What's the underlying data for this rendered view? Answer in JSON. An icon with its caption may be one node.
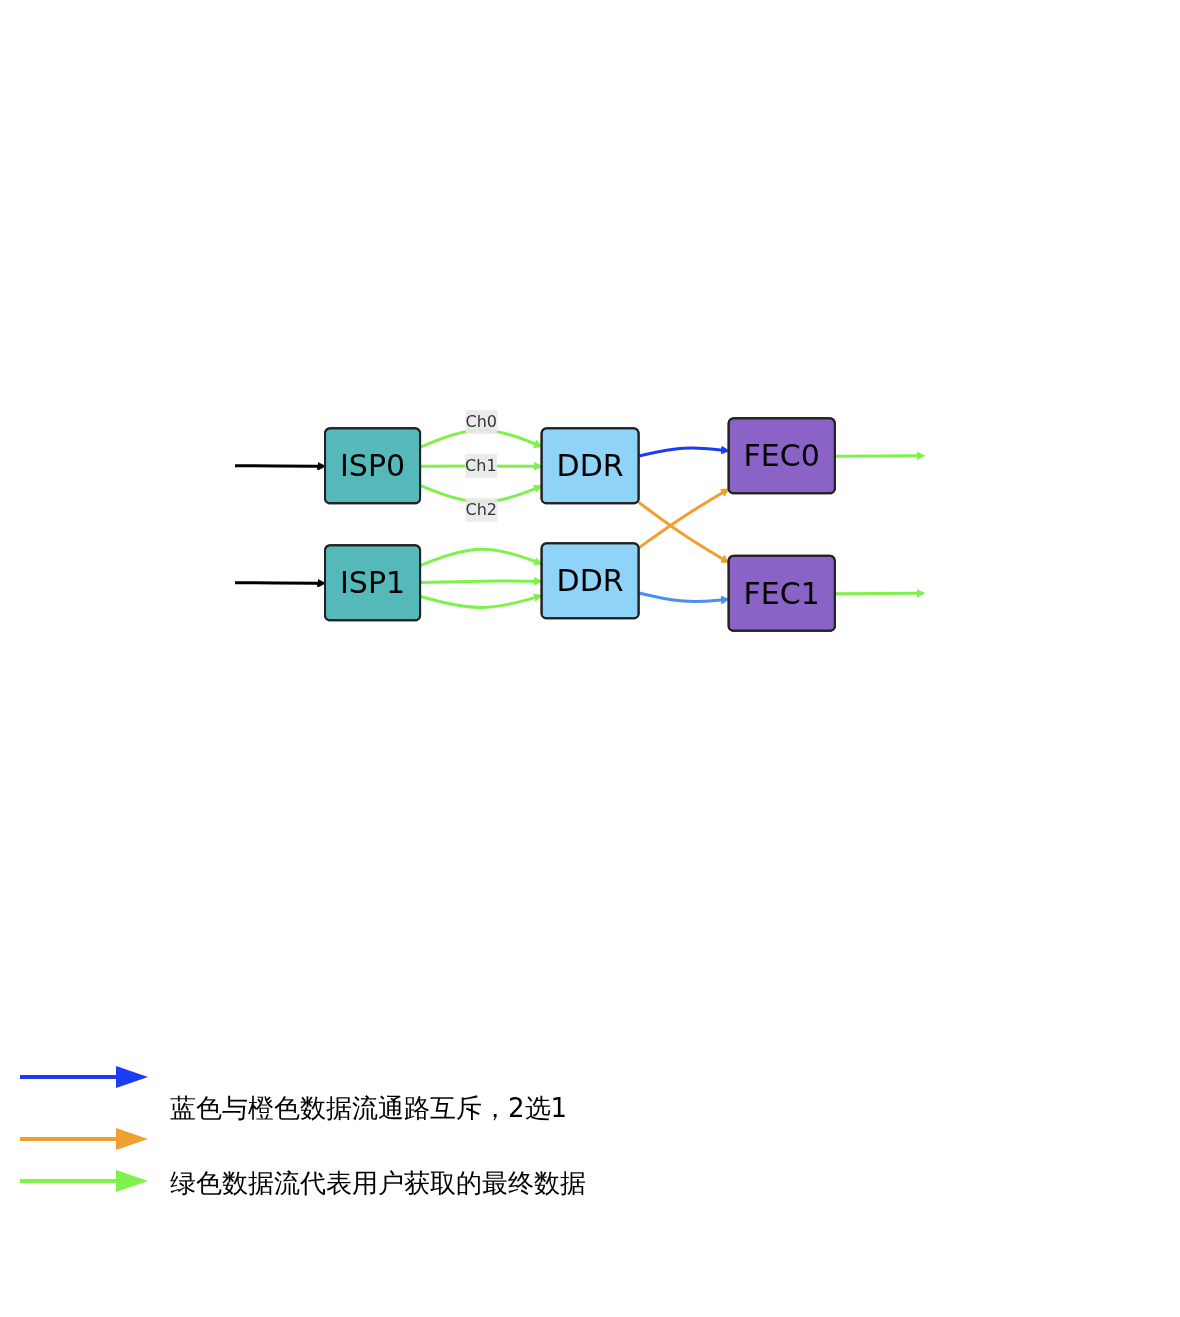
{
  "diagram": {
    "nodes": [
      {
        "text": [
          "ISP0"
        ]
      },
      {
        "text": [
          "DDR"
        ]
      },
      {
        "text": [
          "FEC0"
        ]
      },
      {
        "text": [
          "ISP1"
        ]
      },
      {
        "text": [
          "DDR"
        ]
      },
      {
        "text": [
          "FEC1"
        ]
      }
    ],
    "edges": [
      {
        "from": null,
        "to": 0,
        "arrow": "to",
        "color": "#000000"
      },
      {
        "from": 0,
        "to": 1,
        "arrow": "to",
        "label": "Ch0"
      },
      {
        "from": 0,
        "to": 1,
        "arrow": "to",
        "label": "Ch1"
      },
      {
        "from": 0,
        "to": 1,
        "arrow": "to",
        "label": "Ch2"
      },
      {
        "from": 1,
        "to": 2,
        "arrow": "to",
        "color": "#1a3cf5"
      },
      {
        "from": 1,
        "to": 5,
        "arrow": "to",
        "color": "#f0a030"
      },
      {
        "from": 2,
        "to": null,
        "arrow": "to"
      },
      {
        "from": null,
        "to": 3,
        "arrow": "to",
        "color": "#000000"
      },
      {
        "from": 3,
        "to": 4,
        "arrow": "to"
      },
      {
        "from": 3,
        "to": 4,
        "arrow": "to"
      },
      {
        "from": 3,
        "to": 4,
        "arrow": "to"
      },
      {
        "from": 4,
        "to": 2,
        "arrow": "to",
        "color": "#f0a030"
      },
      {
        "from": 4,
        "to": 5,
        "arrow": "to",
        "color": "#4a90f0"
      },
      {
        "from": 5,
        "to": null,
        "arrow": "to"
      }
    ],
    "legend": [
      {
        "text": "蓝色与橙色数据流通路互斥，2选1",
        "color": "#1a3cf5"
      },
      {
        "text": "绿色数据流代表用户获取的最终数据",
        "color": "#7ef24a"
      }
    ]
  }
}
